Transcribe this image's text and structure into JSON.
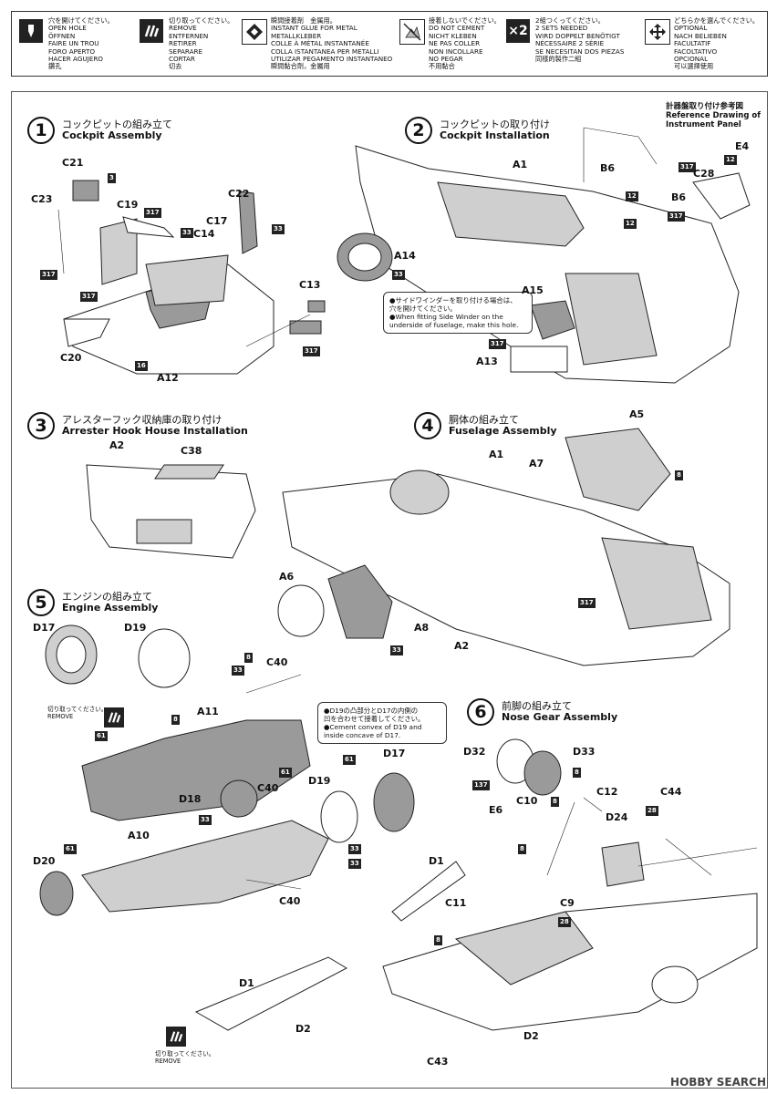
{
  "legend": [
    {
      "icon": "drill-icon",
      "glyph": "",
      "lines": [
        "穴を開けてください。",
        "OPEN HOLE",
        "ÖFFNEN",
        "FAIRE UN TROU",
        "FORO APERTO",
        "HACER AGUJERO",
        "鑽孔"
      ]
    },
    {
      "icon": "cut-icon",
      "glyph": "",
      "lines": [
        "切り取ってください。",
        "REMOVE",
        "ENTFERNEN",
        "RETIRER",
        "SEPARARE",
        "CORTAR",
        "切去"
      ]
    },
    {
      "icon": "glue-icon",
      "glyph": "",
      "lines": [
        "瞬間接着剤　金属用。",
        "INSTANT GLUE FOR METAL",
        "METALLKLEBER",
        "COLLE À MÉTAL INSTANTANÉE",
        "COLLA ISTANTANEA PER METALLI",
        "UTILIZAR PEGAMENTO INSTANTANEO",
        "瞬間黏合劑，金屬用"
      ]
    },
    {
      "icon": "no-glue-icon",
      "glyph": "",
      "lines": [
        "接着しないでください。",
        "DO NOT CEMENT",
        "NICHT KLEBEN",
        "NE PAS COLLER",
        "NON INCOLLARE",
        "NO PEGAR",
        "不用黏合"
      ]
    },
    {
      "icon": "times-two-icon",
      "glyph": "×2",
      "lines": [
        "2組つくってください。",
        "2 SETS NEEDED",
        "WIRD DOPPELT BENÖTIGT",
        "NÉCESSAIRE 2 SÉRIE",
        "SE NECESITAN DOS PIEZAS",
        "同樣的製作二組"
      ]
    },
    {
      "icon": "optional-icon",
      "glyph": "",
      "lines": [
        "どちらかを選んでください。",
        "OPTIONAL",
        "NACH BELIEBEN",
        "FACULTATIF",
        "FACOLTATIVO",
        "OPCIONAL",
        "可以選擇使用"
      ]
    }
  ],
  "steps": [
    {
      "num": "1",
      "jp": "コックピットの組み立て",
      "en": "Cockpit Assembly"
    },
    {
      "num": "2",
      "jp": "コックピットの取り付け",
      "en": "Cockpit Installation"
    },
    {
      "num": "3",
      "jp": "アレスターフック収納庫の取り付け",
      "en": "Arrester Hook House Installation"
    },
    {
      "num": "4",
      "jp": "胴体の組み立て",
      "en": "Fuselage Assembly"
    },
    {
      "num": "5",
      "jp": "エンジンの組み立て",
      "en": "Engine Assembly"
    },
    {
      "num": "6",
      "jp": "前脚の組み立て",
      "en": "Nose Gear Assembly"
    }
  ],
  "parts": {
    "s1": [
      "C21",
      "C23",
      "C19",
      "C14",
      "C17",
      "C22",
      "C13",
      "C20",
      "A12"
    ],
    "s2": [
      "A1",
      "B6",
      "C28",
      "E4",
      "B6",
      "A14",
      "A15",
      "A13"
    ],
    "s3": [
      "A2",
      "C38"
    ],
    "s4": [
      "A5",
      "A1",
      "A7",
      "A6",
      "A8",
      "A2"
    ],
    "s5": [
      "D17",
      "D19",
      "A11",
      "C40",
      "D18",
      "C40",
      "D19",
      "D17",
      "A10",
      "D20",
      "C40",
      "D1",
      "D2"
    ],
    "s6": [
      "D32",
      "D33",
      "C12",
      "E6",
      "C10",
      "C44",
      "D24",
      "D1",
      "C11",
      "C9",
      "C43",
      "D2"
    ]
  },
  "colors": {
    "s1": [
      "3",
      "33",
      "317",
      "33",
      "317",
      "317",
      "16",
      "317"
    ],
    "s2": [
      "12",
      "317",
      "12",
      "317",
      "12",
      "33",
      "317"
    ],
    "s4": [
      "8",
      "33",
      "317"
    ],
    "s5": [
      "8",
      "33",
      "61",
      "8",
      "61",
      "33",
      "61",
      "33",
      "33",
      "61"
    ],
    "s6": [
      "137",
      "8",
      "8",
      "28",
      "8",
      "8",
      "28"
    ]
  },
  "reference_drawing": [
    "計器盤取り付け参考図",
    "Reference Drawing of",
    "Instrument Panel"
  ],
  "note_sidewinder": [
    "●サイドワインダーを取り付ける場合は、",
    "穴を開けてください。",
    "●When fitting Side Winder on the",
    "underside of fuselage, make this hole."
  ],
  "note_engine": [
    "●D19の凸部分とD17の内側の",
    "凹を合わせて接着してください。",
    "●Cement convex of D19 and",
    "inside concave of D17."
  ],
  "remove_label": [
    "切り取ってください。",
    "REMOVE"
  ],
  "watermark": "HOBBY SEARCH"
}
